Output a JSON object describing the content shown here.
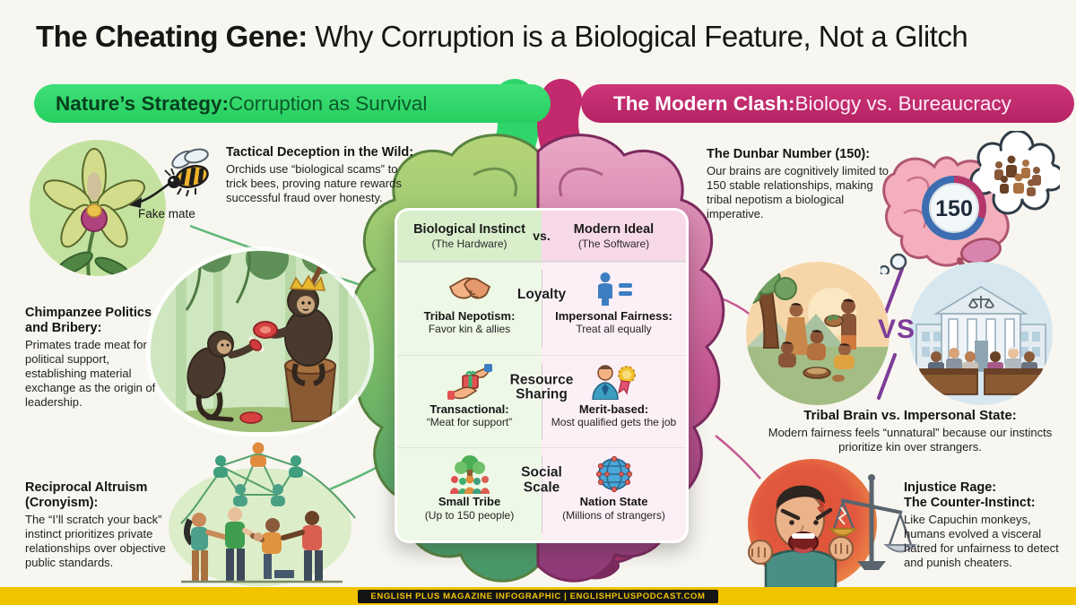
{
  "title": {
    "bold": "The Cheating Gene:",
    "rest": " Why Corruption is a Biological Feature, Not a Glitch"
  },
  "banners": {
    "left": {
      "bold": "Nature’s Strategy:",
      "rest": " Corruption as Survival",
      "color": "#2fd56a"
    },
    "right": {
      "bold": "The Modern Clash:",
      "rest": " Biology vs. Bureaucracy",
      "color": "#c22a6d"
    }
  },
  "left_column": {
    "fake_mate_label": "Fake mate",
    "tactical": {
      "title": "Tactical Deception in the Wild:",
      "body": "Orchids use “biological scams” to trick bees, proving nature rewards successful fraud over honesty."
    },
    "chimp": {
      "title": "Chimpanzee Politics and Bribery:",
      "body": "Primates trade meat for political support, establishing material exchange as the origin of leadership."
    },
    "reciprocal": {
      "title": "Reciprocal Altruism (Cronyism):",
      "body": "The “I’ll scratch your back” instinct prioritizes private relationships over objective public standards."
    }
  },
  "comparison": {
    "left_header": {
      "title": "Biological Instinct",
      "sub": "(The Hardware)"
    },
    "vs": "vs.",
    "right_header": {
      "title": "Modern Ideal",
      "sub": "(The Software)"
    },
    "rows": [
      {
        "label": "Loyalty",
        "left": {
          "icon": "handshake-icon",
          "title": "Tribal Nepotism:",
          "body": "Favor kin & allies"
        },
        "right": {
          "icon": "person-equals-icon",
          "title": "Impersonal Fairness:",
          "body": "Treat all equally"
        }
      },
      {
        "label": "Resource Sharing",
        "left": {
          "icon": "gift-hands-icon",
          "title": "Transactional:",
          "body": "“Meat for support”"
        },
        "right": {
          "icon": "merit-badge-person-icon",
          "title": "Merit-based:",
          "body": "Most qualified gets the job"
        }
      },
      {
        "label": "Social Scale",
        "left": {
          "icon": "tribe-tree-icon",
          "title": "Small Tribe",
          "body": "(Up to 150 people)"
        },
        "right": {
          "icon": "globe-network-icon",
          "title": "Nation State",
          "body": "(Millions of strangers)"
        }
      }
    ]
  },
  "right_column": {
    "dunbar": {
      "title": "The Dunbar Number (150):",
      "body": "Our brains are cognitively limited to 150 stable relationships, making tribal nepotism a biological imperative."
    },
    "dunbar_badge": "150",
    "vs_label": "VS",
    "tribal_state": {
      "title": "Tribal Brain vs. Impersonal State:",
      "body": "Modern fairness feels “unnatural” because our instincts prioritize kin over strangers."
    },
    "injustice": {
      "title": "Injustice Rage:\nThe Counter-Instinct:",
      "body": "Like Capuchin monkeys, humans evolved a visceral hatred for unfairness to detect and punish cheaters."
    }
  },
  "footer": {
    "text": "ENGLISH PLUS MAGAZINE INFOGRAPHIC | ENGLISHPLUSPODCAST.COM",
    "bar_color": "#f2c400"
  }
}
